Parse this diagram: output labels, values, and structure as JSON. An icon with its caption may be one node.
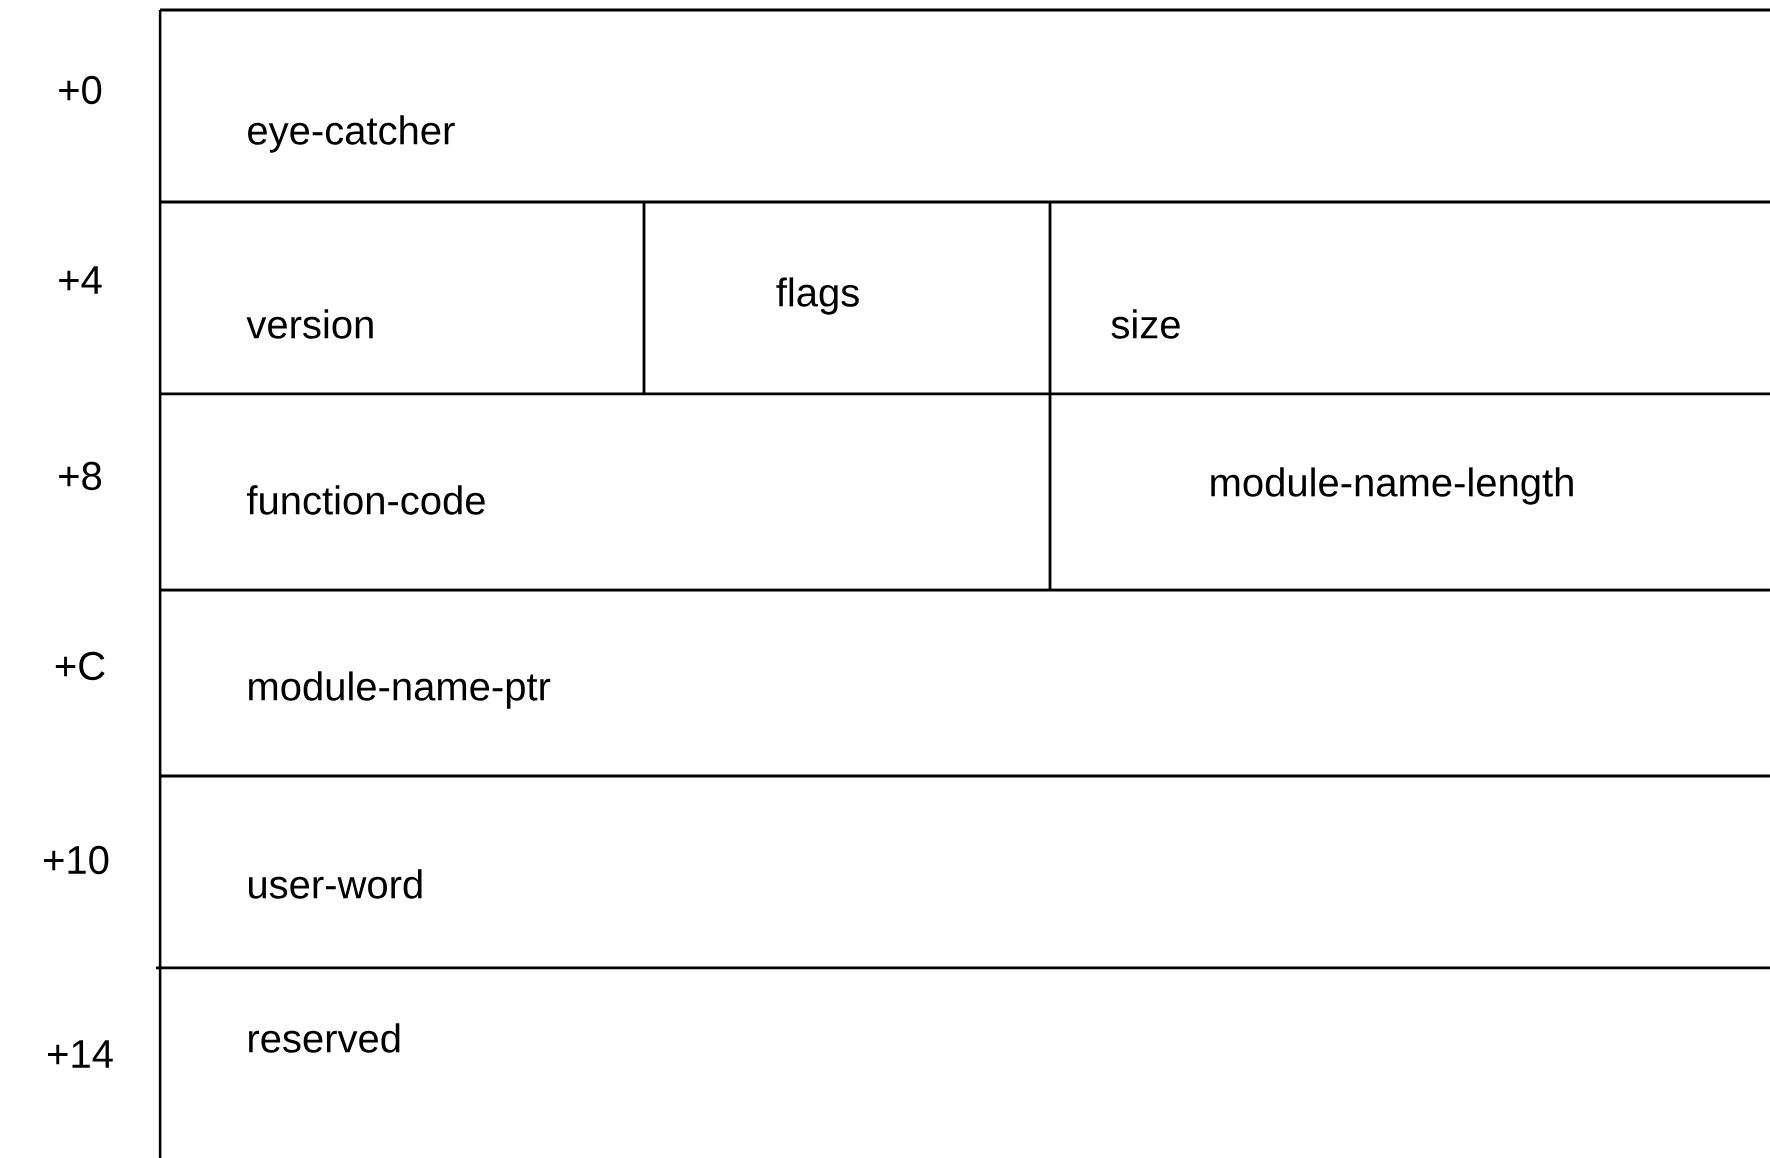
{
  "diagram": {
    "nodes": [
      {
        "text": [
          "eye-catcher"
        ]
      },
      {
        "text": [
          "version"
        ]
      },
      {
        "text": [
          "flags"
        ]
      },
      {
        "text": [
          "size"
        ]
      },
      {
        "text": [
          "function-code"
        ]
      },
      {
        "text": [
          "module-name-length"
        ]
      },
      {
        "text": [
          "module-name-ptr"
        ]
      },
      {
        "text": [
          "user-word"
        ]
      },
      {
        "text": [
          "reserved"
        ]
      }
    ],
    "labels": [
      "+0",
      "+4",
      "+8",
      "+C",
      "+10",
      "+14"
    ]
  }
}
